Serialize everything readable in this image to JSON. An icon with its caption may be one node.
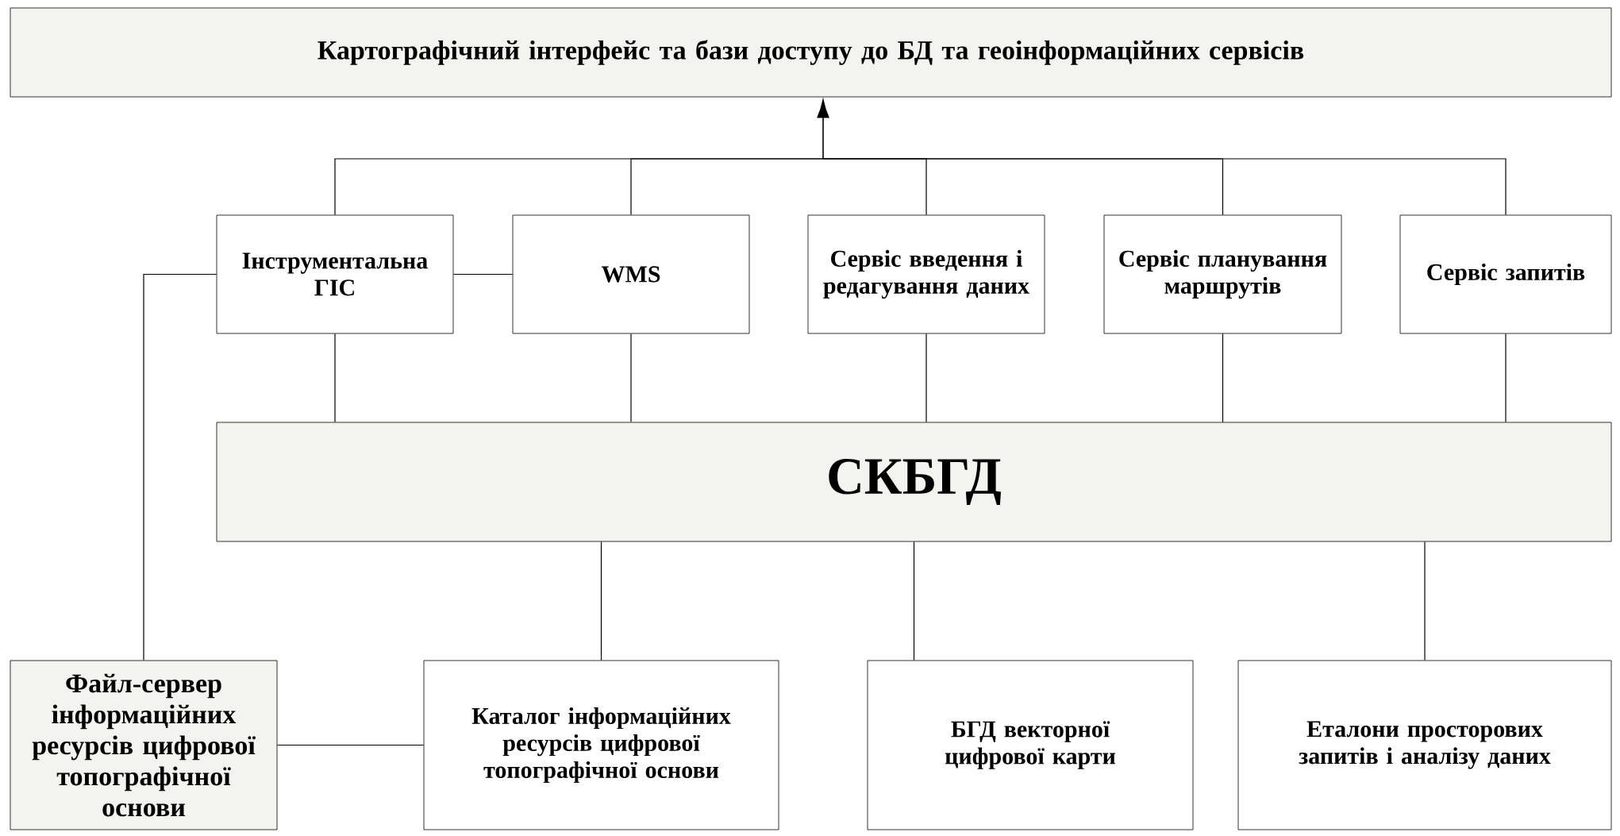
{
  "diagram": {
    "nodes": [
      {
        "text": [
          "Картографічний інтерфейс та бази доступу до БД та геоінформаційних сервісів"
        ]
      },
      {
        "text": [
          "Інструментальна ГІС"
        ]
      },
      {
        "text": [
          "WMS"
        ]
      },
      {
        "text": [
          "Сервіс введення і редагування даних"
        ]
      },
      {
        "text": [
          "Сервіс планування маршрутів"
        ]
      },
      {
        "text": [
          "Сервіс запитів"
        ]
      },
      {
        "text": [
          "СКБГД"
        ]
      },
      {
        "text": [
          "Файл-сервер інформаційних ресурсів цифрової топографічної основи"
        ]
      },
      {
        "text": [
          "Каталог інформаційних ресурсів цифрової топографічної основи"
        ]
      },
      {
        "text": [
          "БГД векторної цифрової карти"
        ]
      },
      {
        "text": [
          "Еталони просторових запитів і аналізу даних"
        ]
      }
    ],
    "edges": [
      {
        "from": 1,
        "to": 0,
        "arrow": "to"
      },
      {
        "from": 2,
        "to": 0,
        "arrow": "to"
      },
      {
        "from": 3,
        "to": 0,
        "arrow": "to"
      },
      {
        "from": 4,
        "to": 0,
        "arrow": "to"
      },
      {
        "from": 5,
        "to": 0,
        "arrow": "to"
      },
      {
        "from": 1,
        "to": 2,
        "arrow": "none"
      },
      {
        "from": 1,
        "to": 6,
        "arrow": "none"
      },
      {
        "from": 2,
        "to": 6,
        "arrow": "none"
      },
      {
        "from": 3,
        "to": 6,
        "arrow": "none"
      },
      {
        "from": 4,
        "to": 6,
        "arrow": "none"
      },
      {
        "from": 5,
        "to": 6,
        "arrow": "none"
      },
      {
        "from": 1,
        "to": 7,
        "arrow": "none"
      },
      {
        "from": 7,
        "to": 8,
        "arrow": "none"
      },
      {
        "from": 6,
        "to": 8,
        "arrow": "none"
      },
      {
        "from": 6,
        "to": 9,
        "arrow": "none"
      },
      {
        "from": 6,
        "to": 10,
        "arrow": "none"
      }
    ]
  }
}
